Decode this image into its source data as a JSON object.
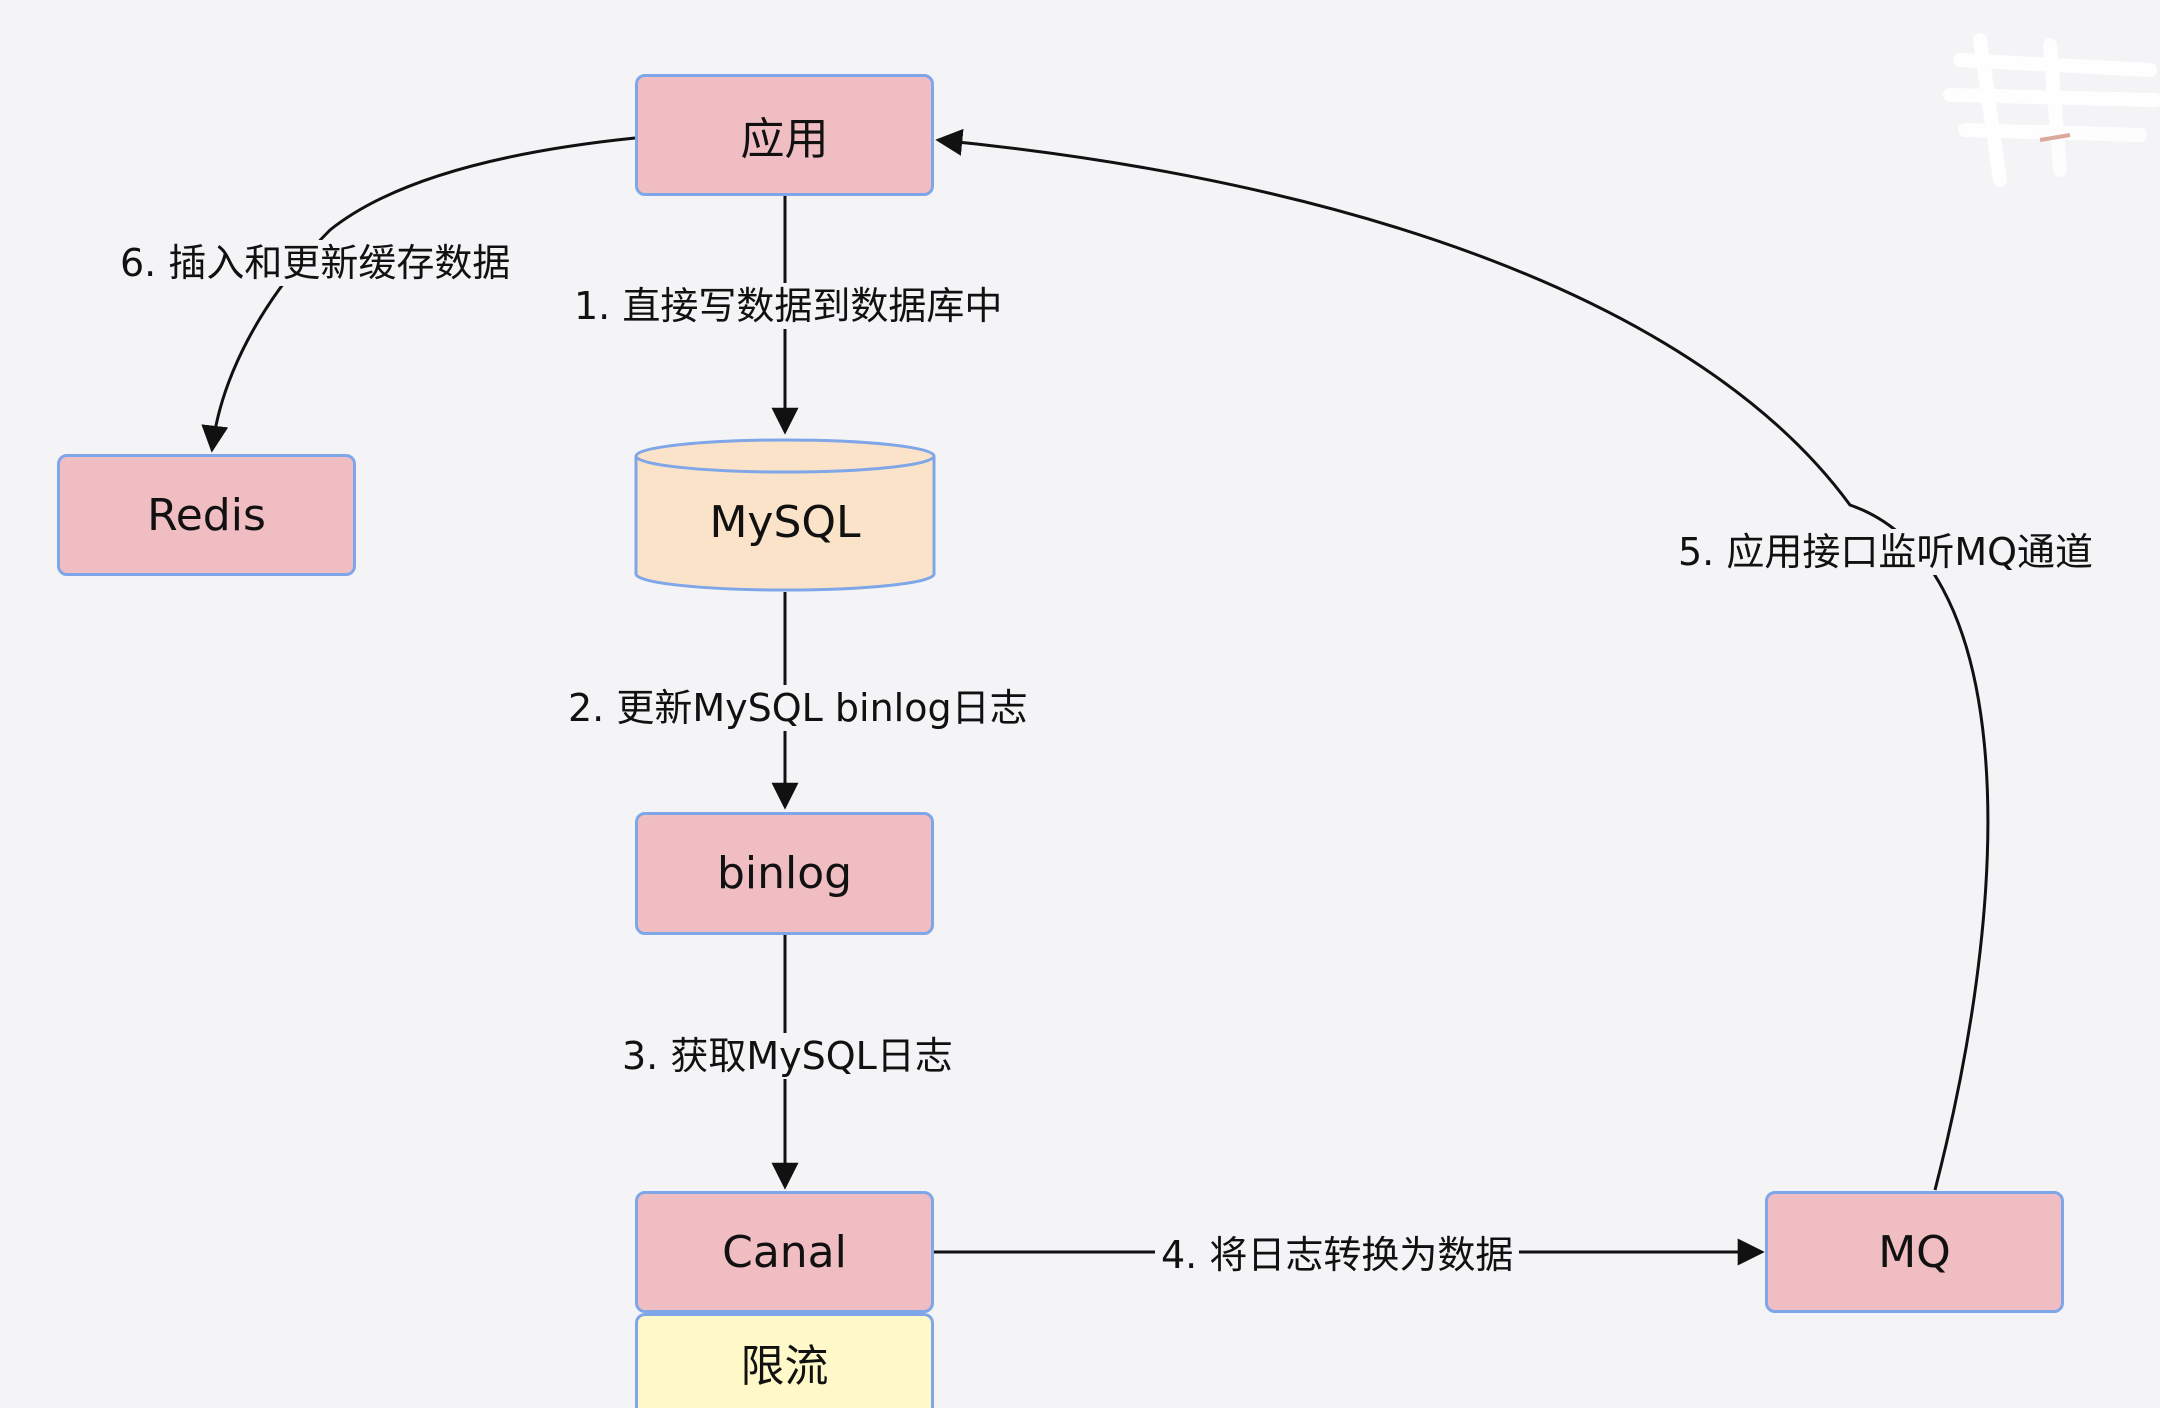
{
  "nodes": {
    "app": "应用",
    "redis": "Redis",
    "mysql": "MySQL",
    "binlog": "binlog",
    "canal": "Canal",
    "ratelimit": "限流",
    "mq": "MQ"
  },
  "edges": {
    "step1": "1. 直接写数据到数据库中",
    "step2": "2. 更新MySQL binlog日志",
    "step3": "3. 获取MySQL日志",
    "step4": "4. 将日志转换为数据",
    "step5": "5. 应用接口监听MQ通道",
    "step6": "6. 插入和更新缓存数据"
  },
  "colors": {
    "node_fill": "#f0bdc3",
    "node_border": "#7ea6e8",
    "db_fill": "#fae3c8",
    "limit_fill": "#fff8c8",
    "background": "#f4f4f6",
    "line": "#111111"
  }
}
